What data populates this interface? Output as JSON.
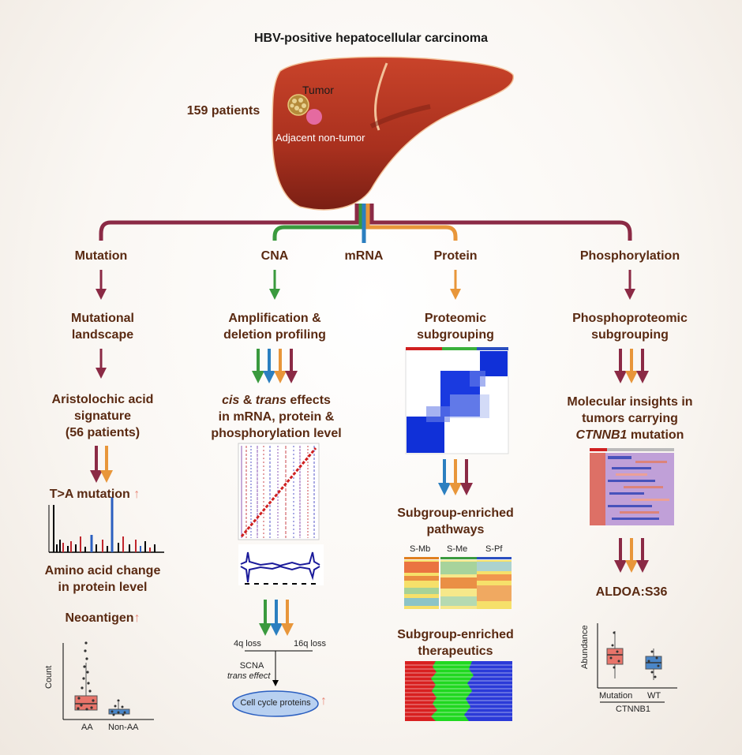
{
  "title": "HBV-positive hepatocellular carcinoma",
  "patients": "159 patients",
  "liver": {
    "tumor_label": "Tumor",
    "adjacent_label": "Adjacent non-tumor"
  },
  "branches": {
    "mutation": "Mutation",
    "cna": "CNA",
    "mrna": "mRNA",
    "protein": "Protein",
    "phospho": "Phosphorylation"
  },
  "mutation_col": {
    "landscape_1": "Mutational",
    "landscape_2": "landscape",
    "aristo_1": "Aristolochic acid",
    "aristo_2": "signature",
    "aristo_3": "(56 patients)",
    "ta": "T>A mutation",
    "aa_1": "Amino acid change",
    "aa_2": "in protein level",
    "neo": "Neoantigen",
    "box_ylabel": "Count",
    "box_x1": "AA",
    "box_x2": "Non-AA"
  },
  "cna_col": {
    "amp_1": "Amplification &",
    "amp_2": "deletion profiling",
    "cis_a": "cis",
    "cis_b": " & ",
    "cis_c": "trans",
    "cis_d": " effects",
    "cis_2": "in mRNA, protein &",
    "cis_3": "phosphorylation level",
    "loss4q": "4q loss",
    "loss16q": "16q loss",
    "scna": "SCNA",
    "trans_effect": "trans effect",
    "cell_cycle": "Cell cycle proteins"
  },
  "protein_col": {
    "prot_1": "Proteomic",
    "prot_2": "subgrouping",
    "path_1": "Subgroup-enriched",
    "path_2": "pathways",
    "smb": "S-Mb",
    "sme": "S-Me",
    "spf": "S-Pf",
    "ther_1": "Subgroup-enriched",
    "ther_2": "therapeutics"
  },
  "phospho_col": {
    "pp_1": "Phosphoproteomic",
    "pp_2": "subgrouping",
    "mol_1": "Molecular insights in",
    "mol_2": "tumors carrying",
    "mol_3": "CTNNB1",
    "mol_4": " mutation",
    "aldoa": "ALDOA:S36",
    "box_ylabel": "Abundance",
    "box_x1": "Mutation",
    "box_x2": "WT",
    "box_group": "CTNNB1"
  },
  "colors": {
    "maroon": "#8b2a45",
    "green": "#3a9a3e",
    "blue": "#2b7fc0",
    "orange": "#e8963a",
    "text": "#5a2a12",
    "up_arrow": "#e8897a"
  }
}
